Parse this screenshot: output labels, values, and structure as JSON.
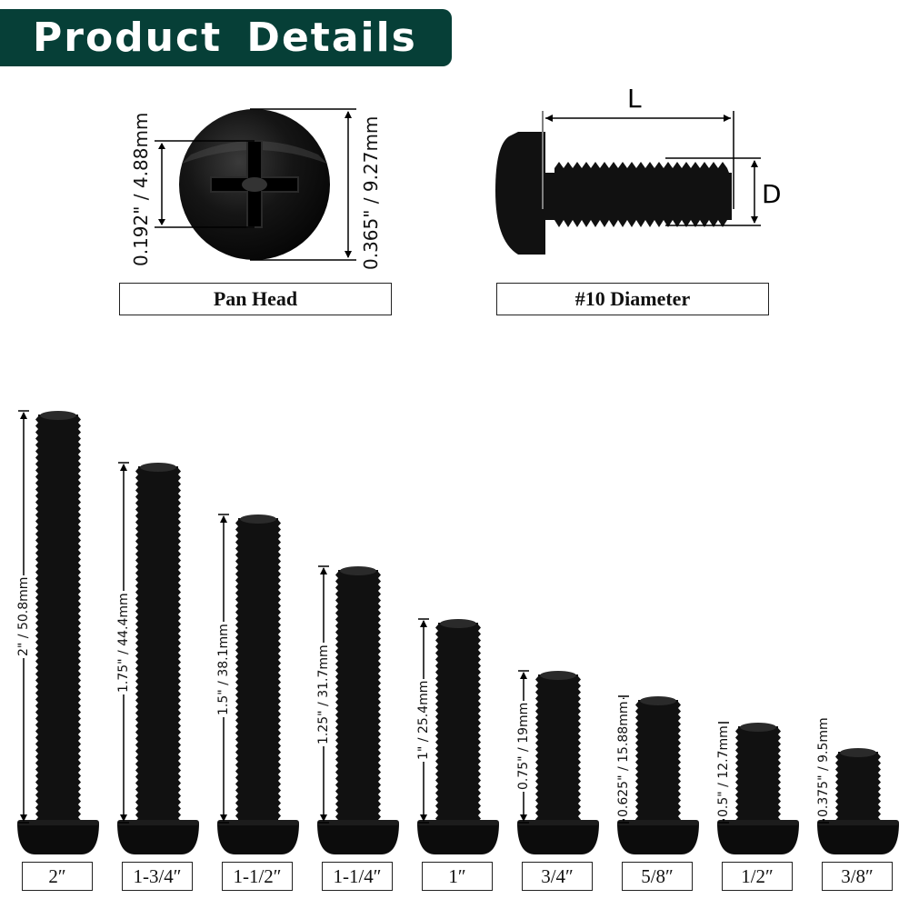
{
  "header": {
    "title": "Product Details",
    "bg_color": "#063f37"
  },
  "pan_head": {
    "label": "Pan Head",
    "inner_dim": "0.192\" / 4.88mm",
    "outer_dim": "0.365\" / 9.27mm"
  },
  "diameter": {
    "label": "#10 Diameter",
    "length_symbol": "L",
    "diameter_symbol": "D"
  },
  "screws": [
    {
      "size": "2″",
      "dim": "2\" / 50.8mm"
    },
    {
      "size": "1-3/4″",
      "dim": "1.75\" / 44.4mm"
    },
    {
      "size": "1-1/2″",
      "dim": "1.5\" / 38.1mm"
    },
    {
      "size": "1-1/4″",
      "dim": "1.25\" / 31.7mm"
    },
    {
      "size": "1″",
      "dim": "1\" / 25.4mm"
    },
    {
      "size": "3/4″",
      "dim": "0.75\" / 19mm"
    },
    {
      "size": "5/8″",
      "dim": "0.625\" / 15.88mm"
    },
    {
      "size": "1/2″",
      "dim": "0.5\" / 12.7mm"
    },
    {
      "size": "3/8″",
      "dim": "0.375\" / 9.5mm"
    }
  ]
}
